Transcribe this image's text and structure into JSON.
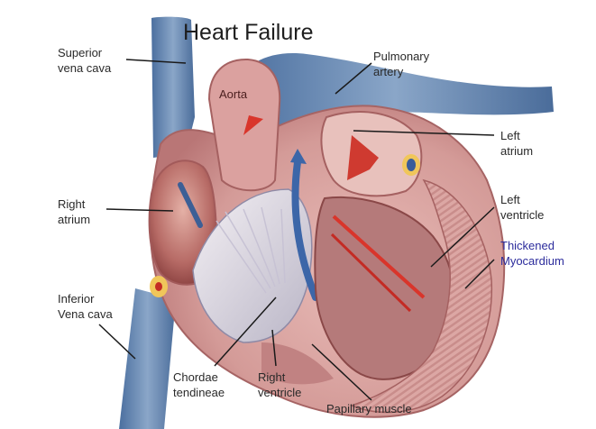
{
  "title": "Heart Failure",
  "labels": {
    "superior_vena_cava": "Superior\nvena cava",
    "pulmonary_artery": "Pulmonary\nartery",
    "aorta": "Aorta",
    "left_atrium": "Left\natrium",
    "right_atrium": "Right\natrium",
    "left_ventricle": "Left\nventricle",
    "thickened_myocardium": "Thickened\nMyocardium",
    "inferior_vena_cava": "Inferior\nVena cava",
    "chordae_tendineae": "Chordae\ntendineae",
    "right_ventricle": "Right\nventricle",
    "papillary_muscle": "Papillary muscle"
  },
  "colors": {
    "vein_blue": "#5f83b3",
    "muscle_pink": "#d9a3a3",
    "chamber_red": "#8e3a3a",
    "highlight_label": "#2c2c9c"
  }
}
